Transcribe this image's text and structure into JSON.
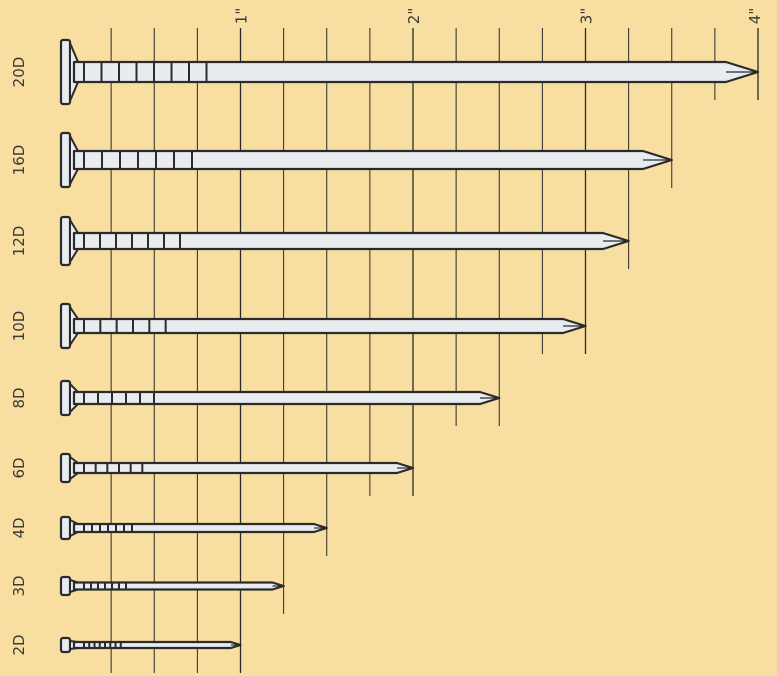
{
  "scale": {
    "unit_labels": [
      "1\"",
      "2\"",
      "3\"",
      "4\""
    ],
    "inches": [
      1,
      2,
      3,
      4
    ],
    "max_inches": 4,
    "ticks_per_inch": 4
  },
  "nails": [
    {
      "size": "20D",
      "length_in": 4.0,
      "ring_count": 8
    },
    {
      "size": "16D",
      "length_in": 3.5,
      "ring_count": 7
    },
    {
      "size": "12D",
      "length_in": 3.25,
      "ring_count": 7
    },
    {
      "size": "10D",
      "length_in": 3.0,
      "ring_count": 6
    },
    {
      "size": "8D",
      "length_in": 2.5,
      "ring_count": 6
    },
    {
      "size": "6D",
      "length_in": 2.0,
      "ring_count": 6
    },
    {
      "size": "4D",
      "length_in": 1.5,
      "ring_count": 7
    },
    {
      "size": "3D",
      "length_in": 1.25,
      "ring_count": 7
    },
    {
      "size": "2D",
      "length_in": 1.0,
      "ring_count": 8
    }
  ],
  "colors": {
    "background": "#f8dea0",
    "grid": "#2a2a2a",
    "nail_fill": "#e8ecef",
    "nail_stroke": "#2b2b2b",
    "label": "#3a3a3a"
  }
}
